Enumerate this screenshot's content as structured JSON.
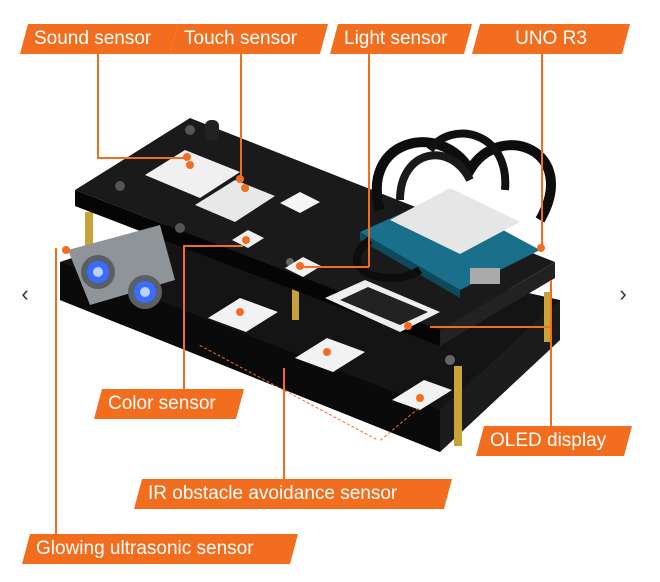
{
  "labels": {
    "sound_sensor": "Sound sensor",
    "touch_sensor": "Touch sensor",
    "light_sensor": "Light sensor",
    "uno_r3": "UNO R3",
    "color_sensor": "Color sensor",
    "oled_display": "OLED display",
    "ir_sensor": "IR obstacle avoidance sensor",
    "ultrasonic_sensor": "Glowing ultrasonic sensor"
  },
  "nav": {
    "prev_icon": "chevron-left-icon",
    "next_icon": "chevron-right-icon",
    "prev_glyph": "‹",
    "next_glyph": "›"
  },
  "colors": {
    "accent": "#f26e1e",
    "board": "#111111",
    "brass": "#c9a23a",
    "arduino": "#1a6f8a",
    "cable": "#0d0d0d"
  }
}
